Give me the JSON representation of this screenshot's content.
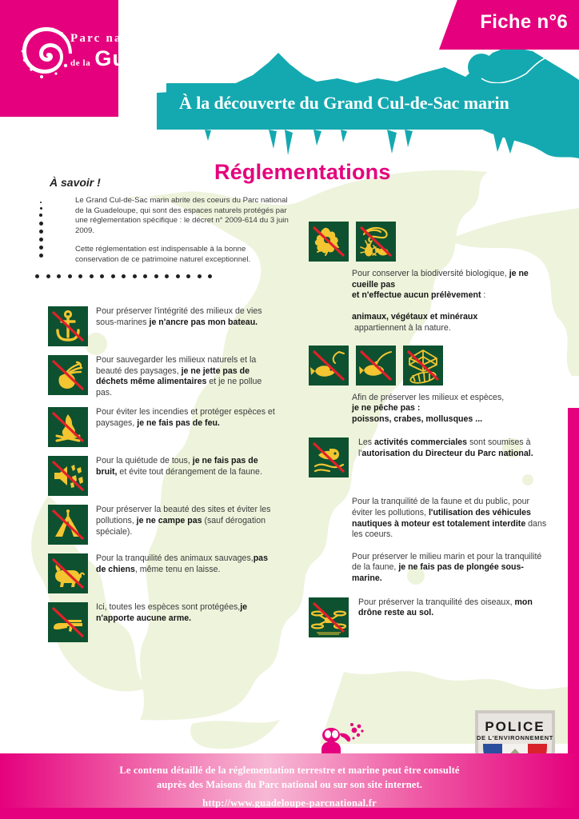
{
  "header": {
    "logo": {
      "line1": "Parc national",
      "de_la": "de la",
      "line2": "Guadeloupe",
      "icon": "spiral-shell-logo"
    },
    "fiche_label": "Fiche n°6",
    "title": "À la découverte du Grand Cul-de-Sac marin"
  },
  "section_title": "Réglementations",
  "asavoir": {
    "heading": "À savoir !",
    "paragraphs": [
      "Le Grand Cul-de-Sac marin abrite des coeurs du Parc national de la Guadeloupe, qui sont des espaces naturels protégés par une réglementation spécifique : le décret n° 2009-614 du 3 juin 2009.",
      "Cette réglementation est indispensable à la bonne conservation de ce patrimoine naturel exceptionnel."
    ]
  },
  "left_column": [
    {
      "icon": "no-anchor-icon",
      "text_html": "Pour préserver l'intégrité des milieux de vies sous-marines <b>je n'ancre pas mon bateau.</b>"
    },
    {
      "icon": "no-litter-icon",
      "text_html": "Pour sauvegarder les milieux naturels et la beauté des paysages, <b>je ne jette pas de déchets même alimentaires</b> et je ne pollue pas."
    },
    {
      "icon": "no-campfire-icon",
      "text_html": "Pour éviter les incendies et protéger espèces et paysages, <b>je ne fais pas de feu.</b>"
    },
    {
      "icon": "no-noise-icon",
      "text_html": "Pour la quiétude de tous, <b>je ne fais pas de bruit,</b> et évite tout dérangement de la faune."
    },
    {
      "icon": "no-camping-icon",
      "text_html": "Pour préserver la beauté des sites et éviter les pollutions, <b>je ne campe pas</b> (sauf dérogation spéciale)."
    },
    {
      "icon": "no-dogs-icon",
      "text_html": "Pour la tranquilité des animaux sauvages,<b>pas de chiens</b>, même tenu en laisse."
    },
    {
      "icon": "no-weapons-icon",
      "text_html": "Ici, toutes les espèces sont protégées,<b>je n'apporte aucune arme.</b>"
    }
  ],
  "right_column": [
    {
      "icons": [
        "no-picking-flowers-icon",
        "no-collecting-insects-icon"
      ],
      "text_html": "Pour conserver la biodiversité biologique, <b>je ne cueille pas</b><br><b>et n'effectue aucun prélèvement</b> :<br>&nbsp;<br><b>animaux, végétaux et minéraux</b><br>&nbsp;appartiennent à la nature."
    },
    {
      "icons": [
        "no-spearfishing-icon",
        "no-line-fishing-icon",
        "no-fish-traps-icon"
      ],
      "text_html": "Afin de préserver les milieux et espèces,<br><b>je ne pêche pas :</b><br><b>poissons, crabes, mollusques ...</b>"
    },
    {
      "icons": [
        "no-commercial-activity-icon"
      ],
      "text_html": "Les <b>activités commerciales</b> sont soumises à l'<b>autorisation</b> <b>du Directeur du Parc national.</b>"
    },
    {
      "icons": [],
      "text_html": "Pour la tranquilité de la faune et du public, pour éviter les pollutions, <b>l'utilisation des véhicules nautiques à moteur est totalement interdite</b> dans les coeurs."
    },
    {
      "icons": [],
      "text_html": "Pour préserver le milieu marin et pour la tranquilité de la faune, <b>je ne fais pas de plongée sous-marine.</b>"
    },
    {
      "icons": [
        "no-drone-icon"
      ],
      "text_html": "Pour préserver la tranquilité des oiseaux, <b>mon drône reste au sol.</b>"
    }
  ],
  "police_badge": {
    "line1": "POLICE",
    "line2": "DE L'ENVIRONNEMENT",
    "icon": "police-shield-badge"
  },
  "footer": {
    "line1": "Le contenu détaillé de la réglementation terrestre et marine peut être consulté",
    "line2": "auprès des Maisons du Parc national ou sur son site internet.",
    "url": "http://www.guadeloupe-parcnational.fr"
  },
  "colors": {
    "pink": "#e5007d",
    "teal": "#14a9b0",
    "picto_green": "#0d5130",
    "picto_yellow": "#f2c531",
    "slash_red": "#e3202a",
    "watermark_green": "#eef2d8"
  }
}
